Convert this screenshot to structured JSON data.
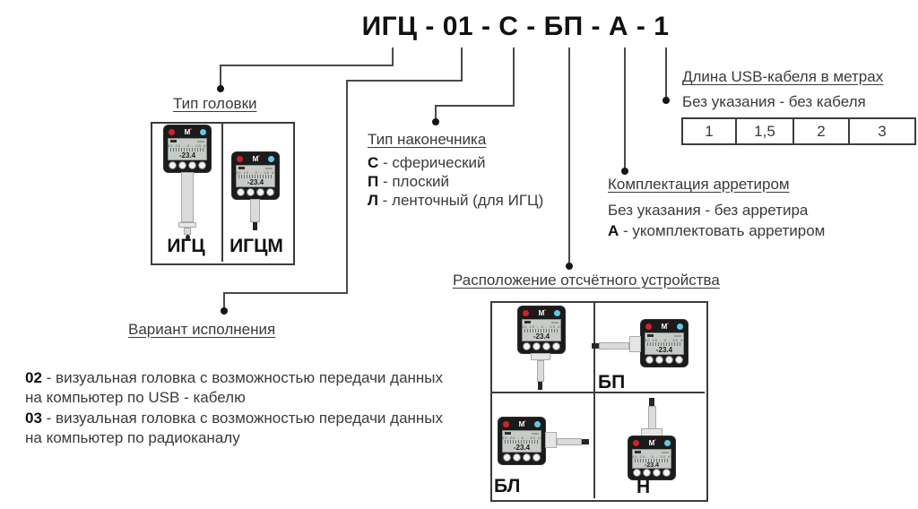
{
  "code_title": "ИГЦ - 01 - С - БП - А - 1",
  "head_type": {
    "title": "Тип головки",
    "variants": [
      {
        "label": "ИГЦ"
      },
      {
        "label": "ИГЦМ"
      }
    ]
  },
  "tip_type": {
    "title": "Тип наконечника",
    "items": [
      {
        "key": "С",
        "desc": "- сферический"
      },
      {
        "key": "П",
        "desc": "- плоский"
      },
      {
        "key": "Л",
        "desc": "- ленточный (для ИГЦ)"
      }
    ]
  },
  "usb_cable": {
    "title": "Длина USB-кабеля в метрах",
    "note": "Без указания - без кабеля",
    "lengths": [
      "1",
      "1,5",
      "2",
      "3"
    ]
  },
  "arretir": {
    "title": "Комплектация арретиром",
    "note": "Без указания - без арретира",
    "key": "А",
    "desc": "- укомплектовать арретиром"
  },
  "variant": {
    "title": "Вариант исполнения",
    "items": [
      {
        "key": "02",
        "desc": "- визуальная головка с возможностью передачи данных на компьютер по USB - кабелю"
      },
      {
        "key": "03",
        "desc": "- визуальная головка с возможностью передачи данных на компьютер по радиоканалу"
      }
    ]
  },
  "display_position": {
    "title": "Расположение отсчётного устройства",
    "cells": [
      {
        "label": "БП"
      },
      {
        "label": "БЛ"
      },
      {
        "label": "Н"
      }
    ]
  },
  "device": {
    "reading": "-23.4",
    "scale": "40  20 - 0 - 20  40"
  }
}
